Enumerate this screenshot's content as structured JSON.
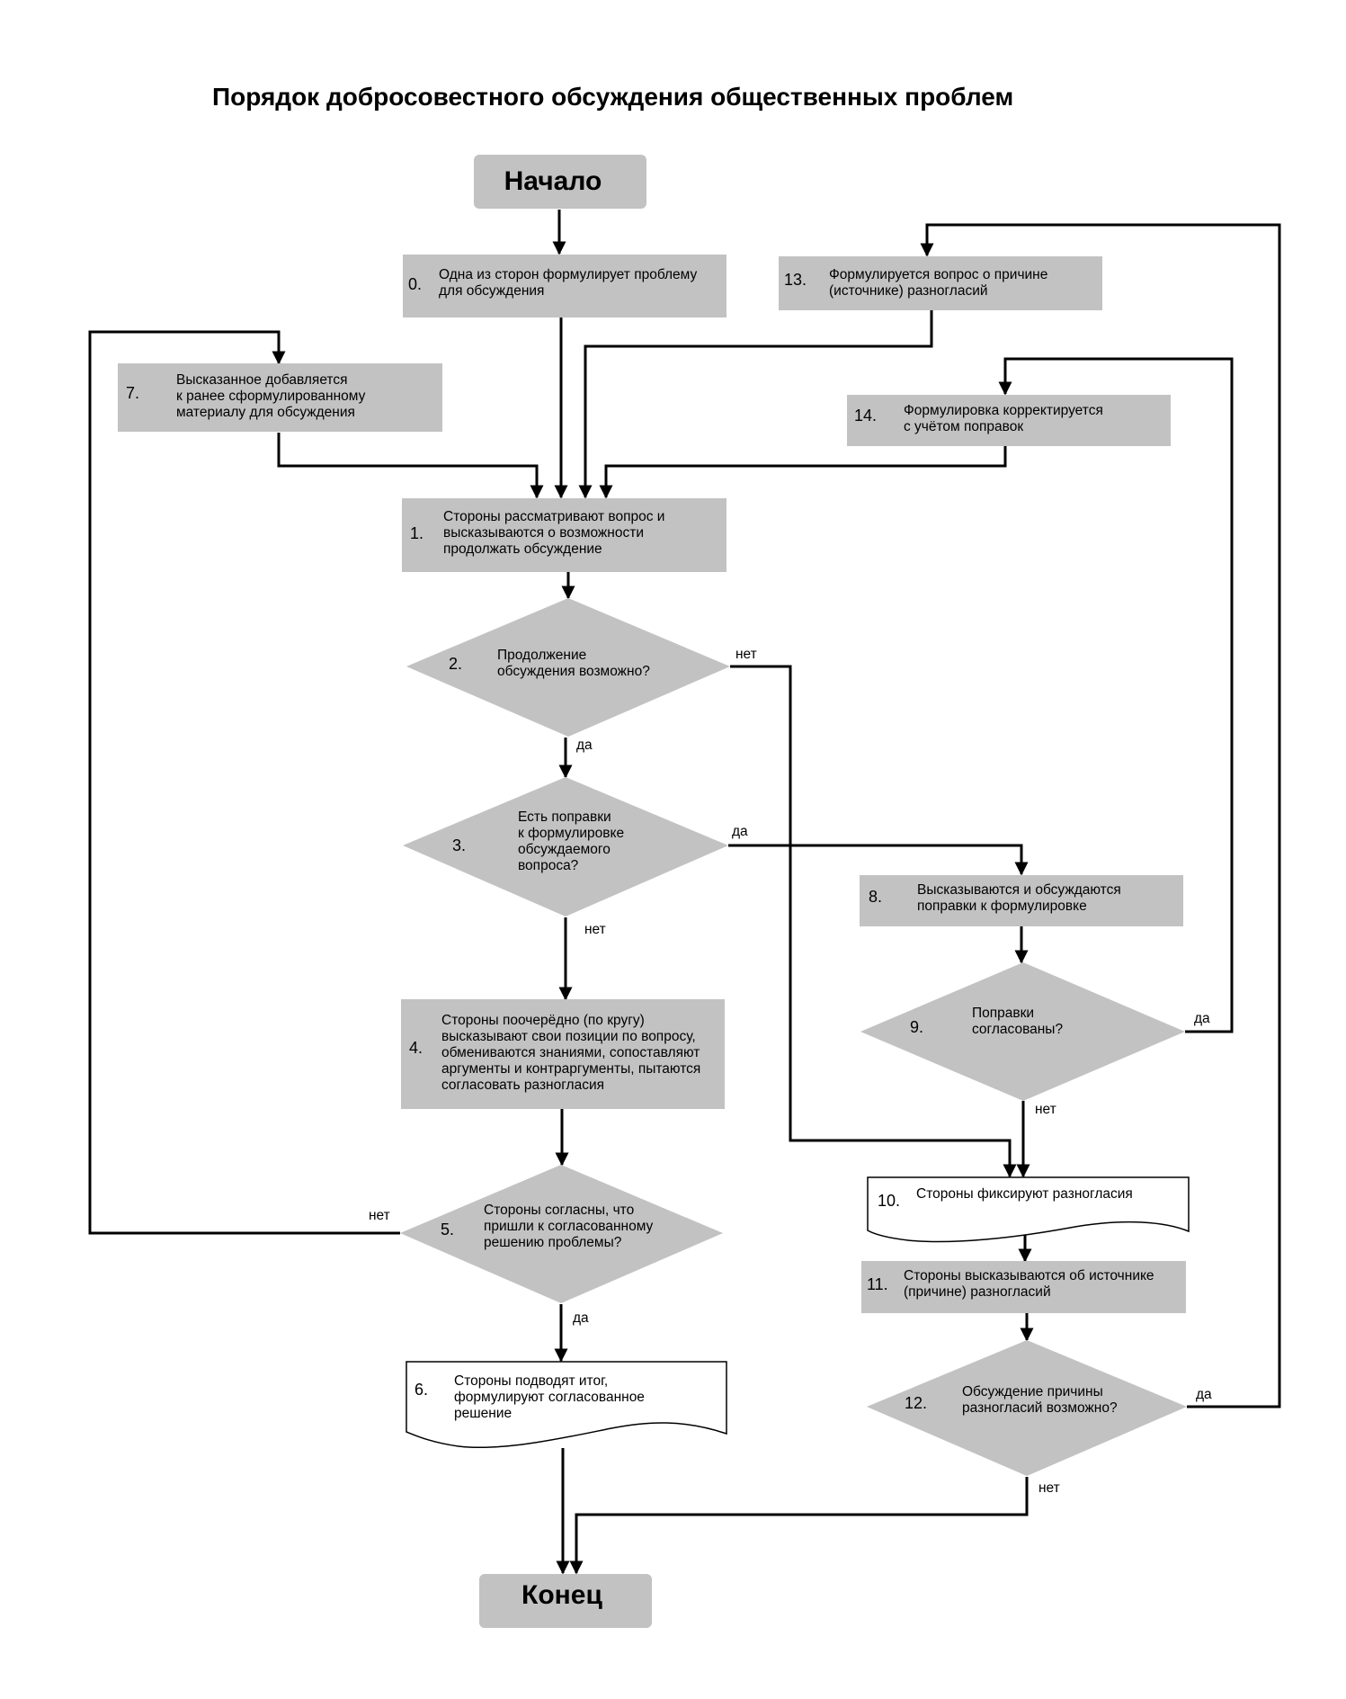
{
  "title": "Порядок добросовестного обсуждения общественных проблем",
  "terminals": {
    "start": "Начало",
    "end": "Конец"
  },
  "steps": {
    "s0": {
      "num": "0.",
      "lines": [
        "Одна из сторон формулирует проблему",
        "для обсуждения"
      ]
    },
    "s1": {
      "num": "1.",
      "lines": [
        "Стороны рассматривают вопрос и",
        "высказываются о возможности",
        "продолжать обсуждение"
      ]
    },
    "s2": {
      "num": "2.",
      "lines": [
        "Продолжение",
        "обсуждения возможно?"
      ]
    },
    "s3": {
      "num": "3.",
      "lines": [
        "Есть поправки",
        "к формулировке",
        "обсуждаемого",
        "вопроса?"
      ]
    },
    "s4": {
      "num": "4.",
      "lines": [
        "Стороны поочерёдно (по кругу)",
        "высказывают свои позиции по вопросу,",
        "обмениваются знаниями, сопоставляют",
        "аргументы и контраргументы, пытаются",
        "согласовать разногласия"
      ]
    },
    "s5": {
      "num": "5.",
      "lines": [
        "Стороны согласны, что",
        "пришли к согласованному",
        "решению проблемы?"
      ]
    },
    "s6": {
      "num": "6.",
      "lines": [
        "Стороны подводят итог,",
        "формулируют согласованное",
        "решение"
      ]
    },
    "s7": {
      "num": "7.",
      "lines": [
        "Высказанное добавляется",
        "к ранее сформулированному",
        "материалу для обсуждения"
      ]
    },
    "s8": {
      "num": "8.",
      "lines": [
        "Высказываются и обсуждаются",
        "поправки к формулировке"
      ]
    },
    "s9": {
      "num": "9.",
      "lines": [
        "Поправки",
        "согласованы?"
      ]
    },
    "s10": {
      "num": "10.",
      "lines": [
        "Стороны фиксируют разногласия"
      ]
    },
    "s11": {
      "num": "11.",
      "lines": [
        "Стороны высказываются об источнике",
        "(причине) разногласий"
      ]
    },
    "s12": {
      "num": "12.",
      "lines": [
        "Обсуждение причины",
        "разногласий возможно?"
      ]
    },
    "s13": {
      "num": "13.",
      "lines": [
        "Формулируется вопрос о причине",
        "(источнике) разногласий"
      ]
    },
    "s14": {
      "num": "14.",
      "lines": [
        "Формулировка корректируется",
        "с учётом поправок"
      ]
    }
  },
  "edge_labels": {
    "d2_no": "нет",
    "d2_yes": "да",
    "d3_yes": "да",
    "d3_no": "нет",
    "d5_no": "нет",
    "d5_yes": "да",
    "d9_yes": "да",
    "d9_no": "нет",
    "d12_yes": "да",
    "d12_no": "нет"
  },
  "colors": {
    "shape_fill": "#c2c2c2",
    "document_fill": "#ffffff",
    "line": "#000000"
  }
}
